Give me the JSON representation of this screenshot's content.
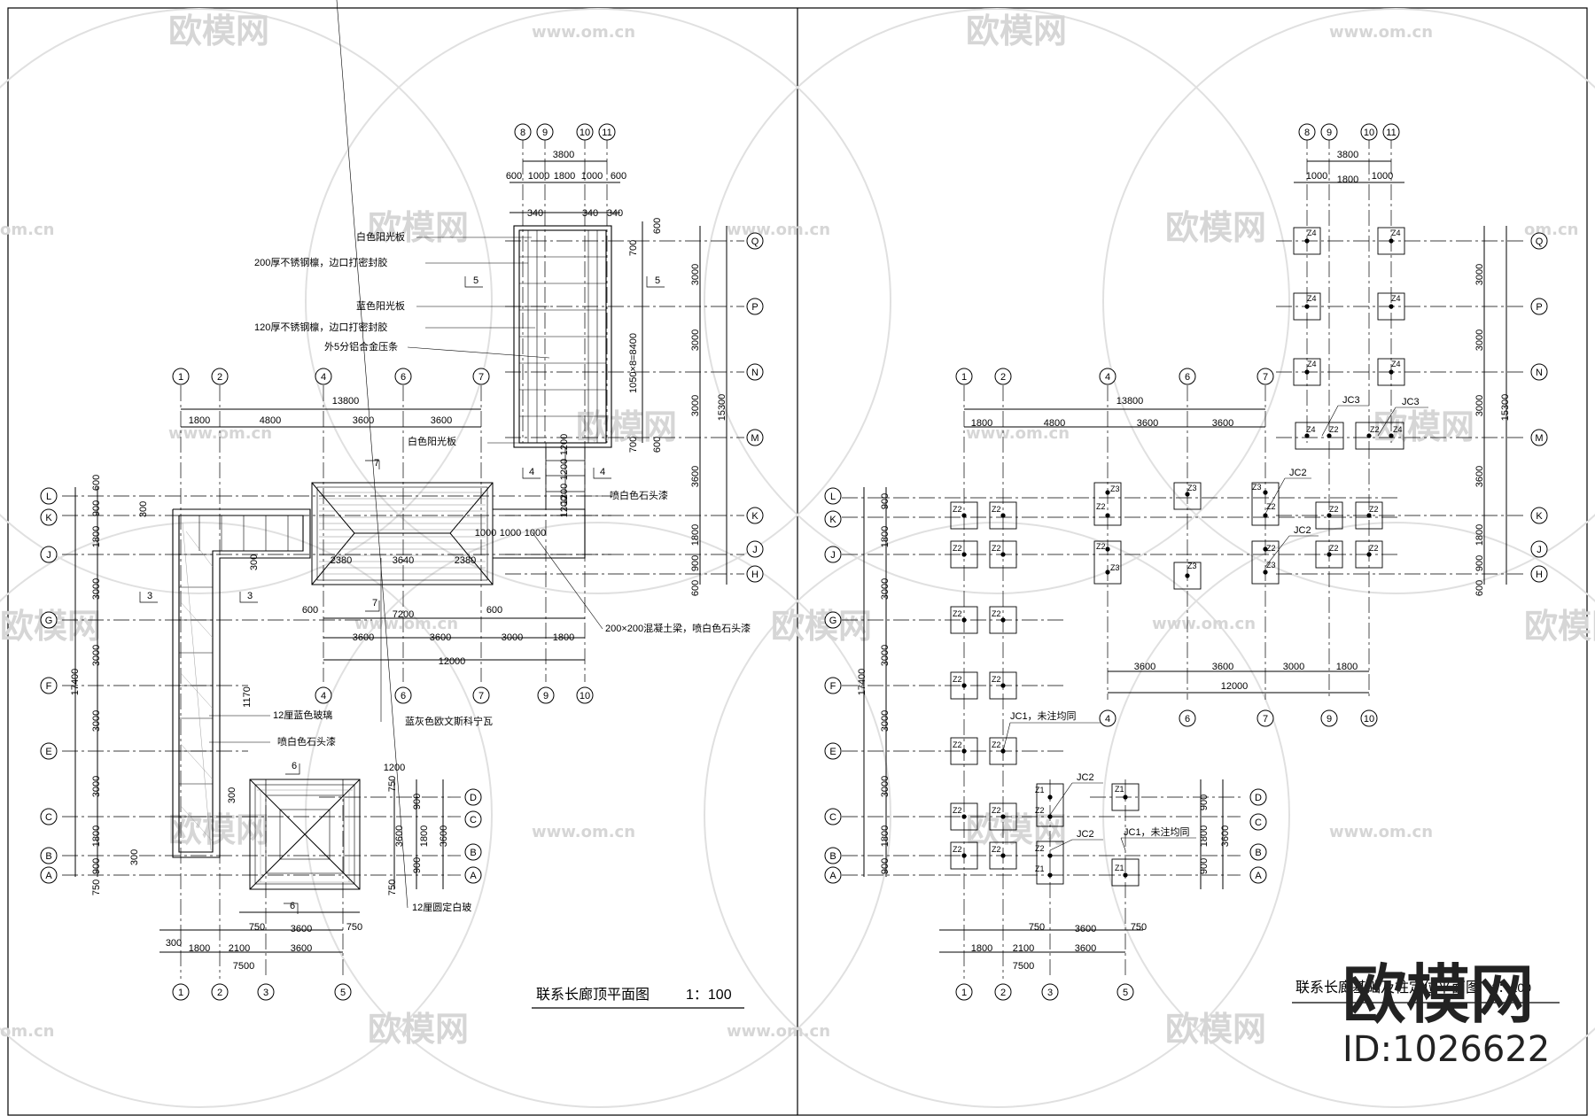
{
  "watermark": {
    "brand": "欧模网",
    "url": "www.om.cn",
    "url_short": "om.cn",
    "badge_brand": "欧模网",
    "badge_id": "ID:1026622"
  },
  "left_plan": {
    "title": "联系长廊顶平面图",
    "scale": "1：100",
    "top_axes": [
      "8",
      "9",
      "10",
      "11"
    ],
    "top_dims_row1": [
      "3800"
    ],
    "top_dims_row2": [
      "600",
      "1000",
      "1800",
      "1000",
      "600"
    ],
    "top_dims_row3": [
      "340",
      "340",
      "340"
    ],
    "mid_axes": [
      "1",
      "2",
      "4",
      "6",
      "7"
    ],
    "mid_overall": "13800",
    "mid_dims": [
      "1800",
      "4800",
      "3600",
      "3600"
    ],
    "bottom_axes": [
      "1",
      "2",
      "3",
      "5"
    ],
    "bottom_dims_row1": [
      "750",
      "3600",
      "750"
    ],
    "bottom_dims_row2": [
      "300",
      "1800",
      "2100",
      "3600"
    ],
    "bottom_overall": "7500",
    "lower_axes": [
      "4",
      "6",
      "7",
      "9",
      "10"
    ],
    "lower_dims": [
      "3600",
      "3600",
      "3000",
      "1800"
    ],
    "lower_overall": "12000",
    "roof_dims_top": [
      "600",
      "7200",
      "600"
    ],
    "roof_dims_inner": [
      "2380",
      "3640",
      "2380"
    ],
    "roof_dims_side": [
      "1000",
      "1000",
      "1000"
    ],
    "stair_dims": [
      "1200",
      "1200",
      "1200",
      "1200"
    ],
    "right_axes": [
      "Q",
      "P",
      "N",
      "M",
      "K",
      "J",
      "H"
    ],
    "right_dims": [
      "3000",
      "3000",
      "3000",
      "3600",
      "1800",
      "900",
      "600"
    ],
    "right_overall": "15300",
    "right_extra": [
      "600",
      "700",
      "1050×8=8400",
      "700",
      "600"
    ],
    "left_axes": [
      "L",
      "K",
      "J",
      "G",
      "F",
      "E",
      "C",
      "B",
      "A"
    ],
    "left_dims": [
      "600",
      "900",
      "1800",
      "3000",
      "3000",
      "3000",
      "3000",
      "1800",
      "900",
      "750"
    ],
    "left_overall": "17400",
    "wall_dims": [
      "300",
      "300",
      "1170",
      "300",
      "300"
    ],
    "pavilion_axes": [
      "D",
      "C",
      "B",
      "A"
    ],
    "pavilion_dims": [
      "750",
      "900",
      "3600",
      "1800",
      "900",
      "750",
      "3600"
    ],
    "labels": [
      "白色阳光板",
      "200厚不锈钢檩，边口打密封胶",
      "蓝色阳光板",
      "120厚不锈钢檩，边口打密封胶",
      "外5分铝合金压条",
      "白色阳光板",
      "喷白色石头漆",
      "200×200混凝土梁，喷白色石头漆",
      "蓝灰色欧文斯科宁瓦",
      "12厘蓝色玻璃",
      "喷白色石头漆",
      "12厘圆定白玻"
    ],
    "section_marks": [
      "5",
      "5",
      "4",
      "4",
      "7",
      "7",
      "3",
      "3",
      "6",
      "6"
    ]
  },
  "right_plan": {
    "title": "联系长廊基础及柱定位平面图",
    "scale": "1：100",
    "top_axes": [
      "8",
      "9",
      "10",
      "11"
    ],
    "top_dims_row1": [
      "3800"
    ],
    "top_dims_row2": [
      "1000",
      "1800",
      "1000"
    ],
    "mid_axes": [
      "1",
      "2",
      "4",
      "6",
      "7"
    ],
    "mid_overall": "13800",
    "mid_dims": [
      "1800",
      "4800",
      "3600",
      "3600"
    ],
    "lower_axes": [
      "4",
      "6",
      "7",
      "9",
      "10"
    ],
    "lower_dims": [
      "3600",
      "3600",
      "3000",
      "1800"
    ],
    "lower_overall": "12000",
    "bottom_axes": [
      "1",
      "2",
      "3",
      "5"
    ],
    "bottom_dims_row1": [
      "750",
      "3600",
      "750"
    ],
    "bottom_dims_row2": [
      "1800",
      "2100",
      "3600"
    ],
    "bottom_overall": "7500",
    "right_axes": [
      "Q",
      "P",
      "N",
      "M",
      "K",
      "J",
      "H"
    ],
    "right_dims": [
      "3000",
      "3000",
      "3000",
      "3600",
      "1800",
      "900",
      "600"
    ],
    "right_overall": "15300",
    "left_axes": [
      "L",
      "K",
      "J",
      "G",
      "F",
      "E",
      "C",
      "B",
      "A"
    ],
    "left_dims": [
      "900",
      "1800",
      "3000",
      "3000",
      "3000",
      "3000",
      "1800",
      "900"
    ],
    "left_overall": "17400",
    "pavilion_axes": [
      "D",
      "C",
      "B",
      "A"
    ],
    "pavilion_dims": [
      "900",
      "1800",
      "3600",
      "900"
    ],
    "footing_labels": [
      "JC3",
      "JC3",
      "JC2",
      "JC2",
      "JC1，未注均同",
      "JC2",
      "JC2",
      "JC1，未注均同"
    ],
    "column_tags": [
      "Z1",
      "Z2",
      "Z3",
      "Z4"
    ]
  },
  "colors": {
    "line": "#000000",
    "paper": "#ffffff",
    "watermark": "#d9d9d9",
    "badge": "#222222"
  }
}
